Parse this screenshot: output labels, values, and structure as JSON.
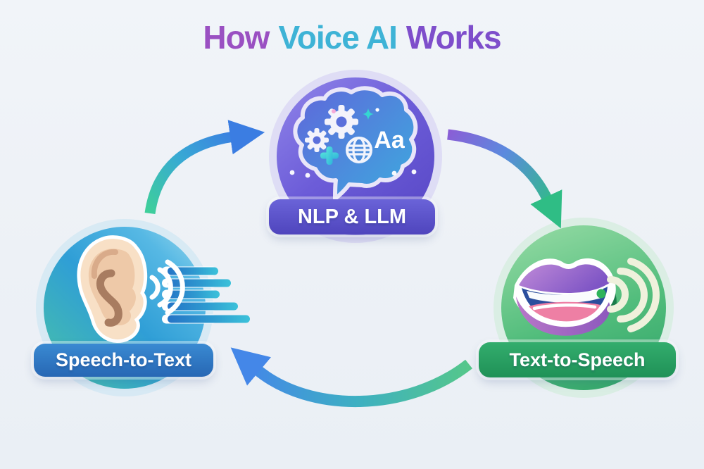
{
  "title": {
    "part1": "How",
    "part2": "Voice AI",
    "part3": "Works",
    "part1_color": "#9a50c2",
    "part2_color": "#3eb3d6",
    "part3_color": "#7e4ecb"
  },
  "nodes": {
    "stt": {
      "label": "Speech-to-Text",
      "icon": "ear-listening-icon",
      "pill_color": "#2e7ac2",
      "circle_gradient": [
        "#9fdcee",
        "#2f9ed6",
        "#49c3a6"
      ]
    },
    "nlp": {
      "label": "NLP & LLM",
      "icon": "brain-gears-icon",
      "sample_text": "Aa",
      "pill_color": "#554bc4",
      "circle_gradient": [
        "#9186ea",
        "#5646c4"
      ]
    },
    "tts": {
      "label": "Text-to-Speech",
      "icon": "speaking-mouth-icon",
      "pill_color": "#28a061",
      "circle_gradient": [
        "#98dca6",
        "#2fa468"
      ]
    }
  },
  "arrows": {
    "stt_to_nlp": {
      "from": "Speech-to-Text",
      "to": "NLP & LLM",
      "gradient": [
        "#3ecf9a",
        "#3b7de2"
      ]
    },
    "nlp_to_tts": {
      "from": "NLP & LLM",
      "to": "Text-to-Speech",
      "gradient": [
        "#8a5ed6",
        "#2fbd85"
      ]
    },
    "tts_to_stt": {
      "from": "Text-to-Speech",
      "to": "Speech-to-Text",
      "gradient": [
        "#55c78b",
        "#4487e8"
      ]
    }
  },
  "background_color": "#eef1f6"
}
